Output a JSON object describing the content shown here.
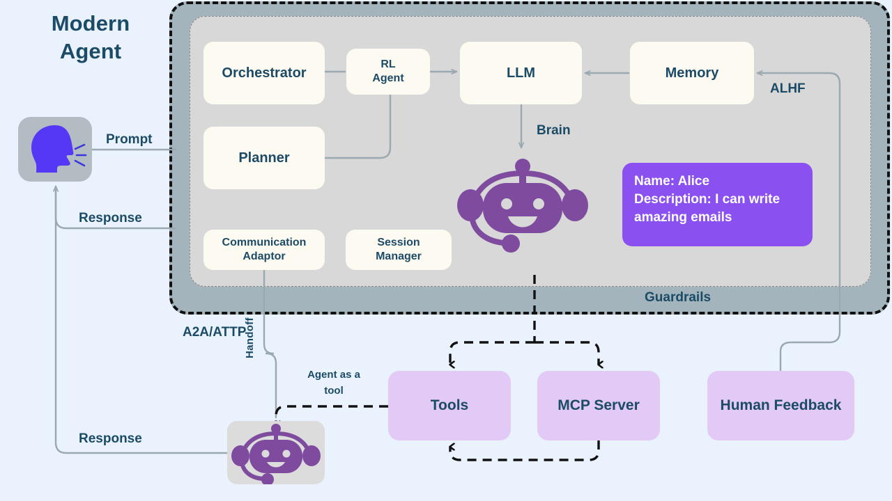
{
  "title": {
    "line1": "Modern",
    "line2": "Agent"
  },
  "colors": {
    "background": "#eaf2fd",
    "text_primary": "#1b4b66",
    "guardrails_fill": "#a3b4bd",
    "panel_fill": "#d8d8d8",
    "component_box_fill": "#fdfaf1",
    "persona_card_fill": "#8b50f0",
    "lavender_box_fill": "#e3c9f5",
    "robot_purple": "#7e4b9e",
    "user_head_purple": "#5438f5",
    "wire_gray": "#9aa8b0",
    "dashed_black": "#111111"
  },
  "guardrails": {
    "label": "Guardrails"
  },
  "agent_panel": {
    "components": [
      {
        "id": "orchestrator",
        "label": "Orchestrator"
      },
      {
        "id": "rl-agent",
        "label": "RL\nAgent"
      },
      {
        "id": "llm",
        "label": "LLM"
      },
      {
        "id": "memory",
        "label": "Memory"
      },
      {
        "id": "planner",
        "label": "Planner"
      },
      {
        "id": "communication-adaptor",
        "label": "Communication\nAdaptor"
      },
      {
        "id": "session-manager",
        "label": "Session\nManager"
      }
    ],
    "persona_card": {
      "name_line": "Name: Alice",
      "description_line": "Description: I can write amazing emails"
    }
  },
  "external_nodes": [
    {
      "id": "tools",
      "label": "Tools"
    },
    {
      "id": "mcp-server",
      "label": "MCP Server"
    },
    {
      "id": "human-feedback",
      "label": "Human Feedback"
    }
  ],
  "edge_labels": {
    "prompt": "Prompt",
    "response_top": "Response",
    "response_bottom": "Response",
    "brain": "Brain",
    "alhf": "ALHF",
    "a2a_attp": "A2A/ATTP",
    "handoff": "Handoff",
    "agent_as_a_tool": "Agent as a\ntool"
  },
  "icons": {
    "user": "speaking-head-icon",
    "brain_agent": "robot-headset-icon",
    "sub_agent": "robot-headset-icon"
  }
}
